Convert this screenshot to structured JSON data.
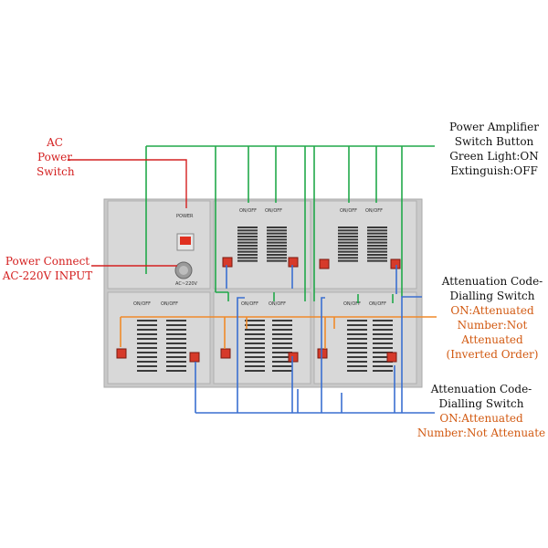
{
  "colors": {
    "green": "#21a84a",
    "blue": "#3a6fd0",
    "orange": "#f08a2a",
    "red": "#d42020",
    "panel": "#d6d6d6",
    "panel_dark": "#b9b9b9"
  },
  "labels": {
    "ac_power": [
      "AC",
      "Power",
      "Switch"
    ],
    "power_connect": [
      "Power Connect",
      "AC-220V INPUT"
    ],
    "power_amp": [
      "Power Amplifier",
      "Switch Button",
      "Green Light:ON",
      "Extinguish:OFF"
    ],
    "atten1": [
      "Attenuation Code-",
      "Dialling Switch",
      "ON:Attenuated",
      "Number:Not",
      "Attenuated",
      "(Inverted Order)"
    ],
    "atten2": [
      "Attenuation Code-",
      "Dialling Switch",
      "ON:Attenuated",
      "Number:Not Attenuate"
    ]
  },
  "panel_text": {
    "power": "POWER",
    "ac": "AC~220V",
    "onoff": "ON/OFF"
  }
}
